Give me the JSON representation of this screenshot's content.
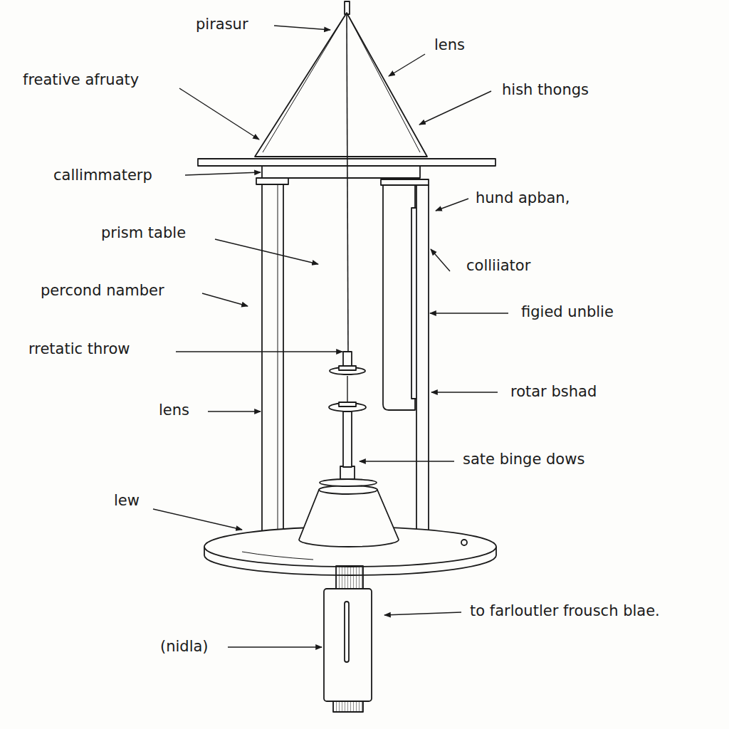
{
  "diagram": {
    "labels": [
      "pirasur",
      "lens",
      "freative afruaty",
      "hish thongs",
      "callimmaterp",
      "hund apban,",
      "prism table",
      "colliiator",
      "percond namber",
      "figied unblie",
      "rretatic throw",
      "rotar bshad",
      "lens",
      "sate binge dows",
      "lew",
      "to farloutler frousch blae.",
      "(nidla)"
    ]
  }
}
